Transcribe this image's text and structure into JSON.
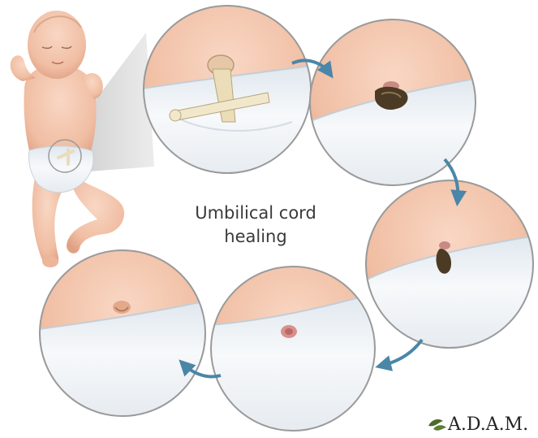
{
  "caption": {
    "line1": "Umbilical cord",
    "line2": "healing"
  },
  "logo": {
    "text": "A.D.A.M."
  },
  "colors": {
    "skin": "#f3c7b0",
    "skin_shadow": "#e2a88d",
    "diaper": "#eef1f4",
    "arrow": "#4a86a8",
    "ring": "#8a8a8a",
    "stump_dark": "#4b3a24",
    "clamp": "#efe6cc"
  },
  "stages": [
    {
      "name": "clamped-cord"
    },
    {
      "name": "dried-stump"
    },
    {
      "name": "shrinking-stump"
    },
    {
      "name": "healing-navel"
    },
    {
      "name": "healed-navel"
    }
  ]
}
